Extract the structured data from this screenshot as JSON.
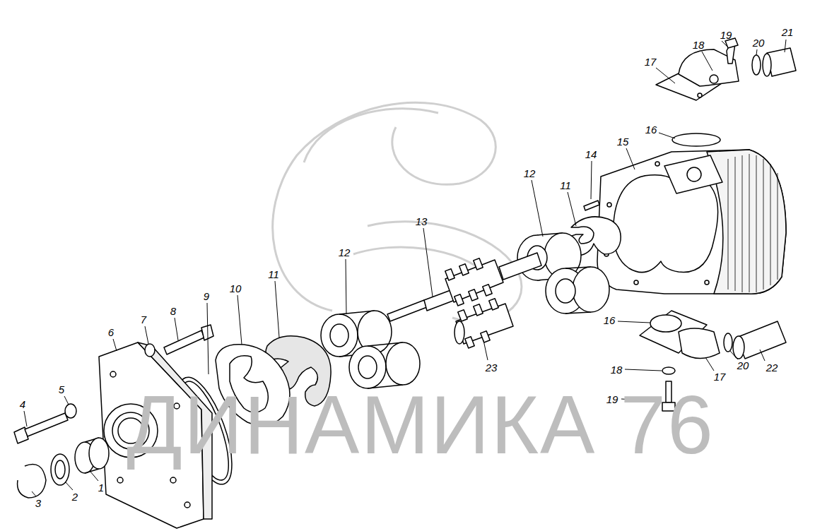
{
  "diagram": {
    "labels": [
      "21",
      "19",
      "20",
      "18",
      "17",
      "16",
      "15",
      "14",
      "12",
      "11",
      "13",
      "12",
      "11",
      "10",
      "9",
      "8",
      "7",
      "6",
      "16",
      "23",
      "20",
      "22",
      "18",
      "17",
      "5",
      "19",
      "4",
      "1",
      "2",
      "3",
      "ДИНАМИКА 76"
    ]
  }
}
